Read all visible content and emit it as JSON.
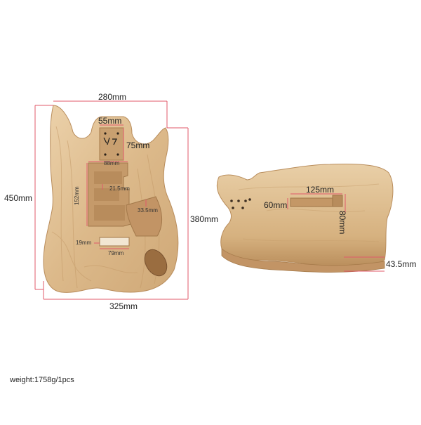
{
  "dimensions": {
    "front_width": "280mm",
    "front_height": "450mm",
    "neck_pocket_width": "55mm",
    "neck_pocket_length": "75mm",
    "pickup_cavity_width": "88mm",
    "pickup_rout_depth": "21.5mm",
    "pickup_cavity_length": "152mm",
    "control_cavity_depth": "33.5mm",
    "jack_hole_width": "19mm",
    "jack_rout_length": "79mm",
    "body_length": "380mm",
    "body_bottom_width": "325mm",
    "back_rout_length": "125mm",
    "back_rout_width": "60mm",
    "back_rout_height": "80mm",
    "body_thickness": "43.5mm"
  },
  "footer": {
    "weight": "weight:1758g/1pcs"
  },
  "colors": {
    "dimension_line": "#e05a6a",
    "wood_light": "#e6c9a0",
    "wood_mid": "#d8b486",
    "wood_dark": "#b98d5c",
    "cavity": "#c59a6a"
  }
}
